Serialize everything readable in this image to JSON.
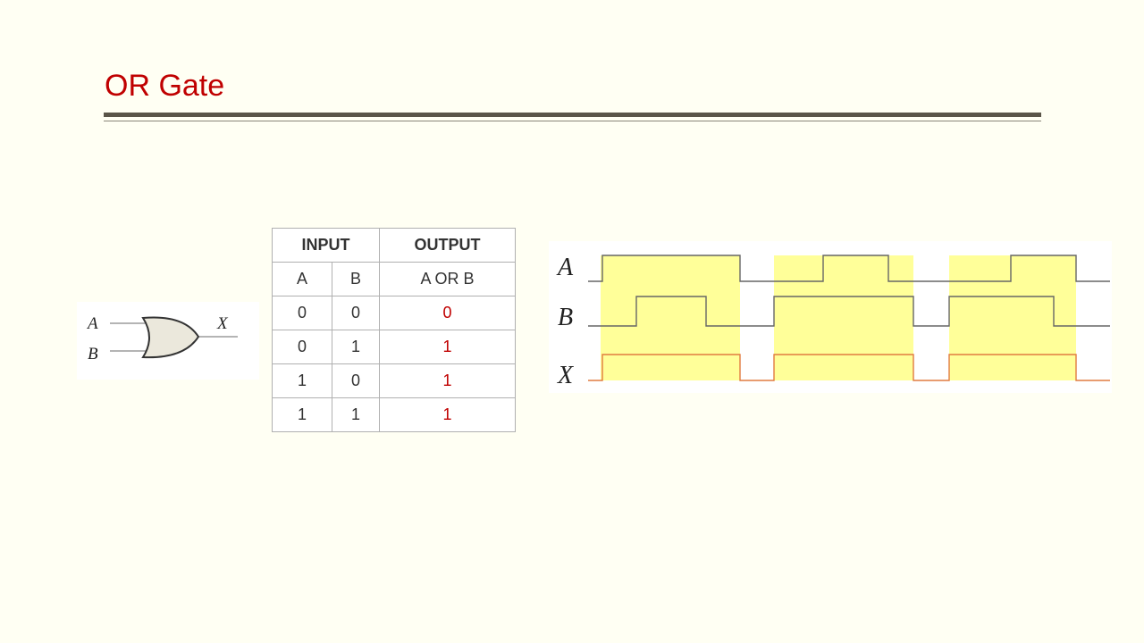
{
  "slide": {
    "title": "OR Gate"
  },
  "gate_symbol": {
    "input_a_label": "A",
    "input_b_label": "B",
    "output_label": "X",
    "body_color": "#ebe8dc"
  },
  "truth_table": {
    "header_input": "INPUT",
    "header_output": "OUTPUT",
    "col_a": "A",
    "col_b": "B",
    "col_out": "A OR B",
    "rows": [
      {
        "a": "0",
        "b": "0",
        "out": "0"
      },
      {
        "a": "0",
        "b": "1",
        "out": "1"
      },
      {
        "a": "1",
        "b": "0",
        "out": "1"
      },
      {
        "a": "1",
        "b": "1",
        "out": "1"
      }
    ],
    "output_color": "#c00000"
  },
  "timing": {
    "label_a": "A",
    "label_b": "B",
    "label_x": "X",
    "highlight_color": "#ffff99",
    "signal_color": "#666666",
    "output_signal_color": "#e07b40"
  }
}
